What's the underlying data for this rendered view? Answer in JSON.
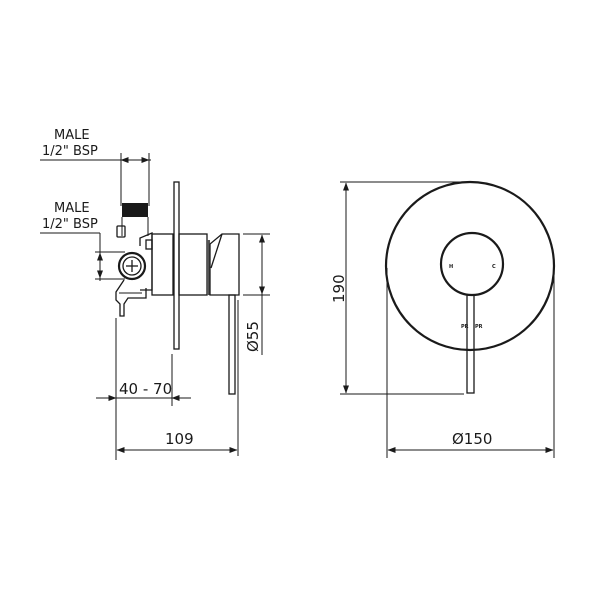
{
  "drawing": {
    "title": "Shower mixer dimension drawing",
    "units": "mm",
    "stroke_color": "#1a1a1a",
    "background": "#ffffff"
  },
  "side_view": {
    "labels": {
      "top_inlet_line1": "MALE",
      "top_inlet_line2": "1/2\" BSP",
      "side_inlet_line1": "MALE",
      "side_inlet_line2": "1/2\" BSP"
    },
    "dimensions": {
      "wall_depth": "40 - 70",
      "overall_depth": "109",
      "handle_diameter": "Ø55"
    }
  },
  "front_view": {
    "markings": {
      "hot": "H",
      "cold": "C",
      "lever_left": "PR",
      "lever_right": "PR"
    },
    "dimensions": {
      "overall_height": "190",
      "plate_diameter": "Ø150"
    }
  }
}
